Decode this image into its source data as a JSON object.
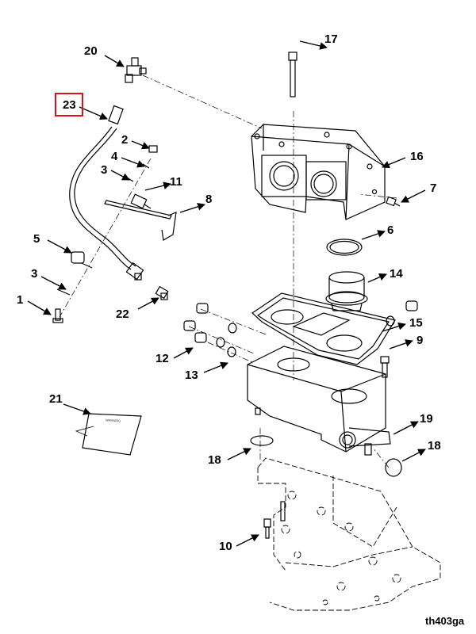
{
  "callouts": {
    "c1": "1",
    "c2": "2",
    "c3a": "3",
    "c3b": "3",
    "c4": "4",
    "c5": "5",
    "c6": "6",
    "c7": "7",
    "c8": "8",
    "c9": "9",
    "c10": "10",
    "c11": "11",
    "c12": "12",
    "c13": "13",
    "c14": "14",
    "c15": "15",
    "c16": "16",
    "c17": "17",
    "c18a": "18",
    "c18b": "18",
    "c19": "19",
    "c20": "20",
    "c21": "21",
    "c22": "22",
    "c23": "23"
  },
  "highlight": {
    "callout": "23",
    "color": "#d9151b"
  },
  "figure_id": "th403ga",
  "tag": {
    "title": "WARNING"
  }
}
